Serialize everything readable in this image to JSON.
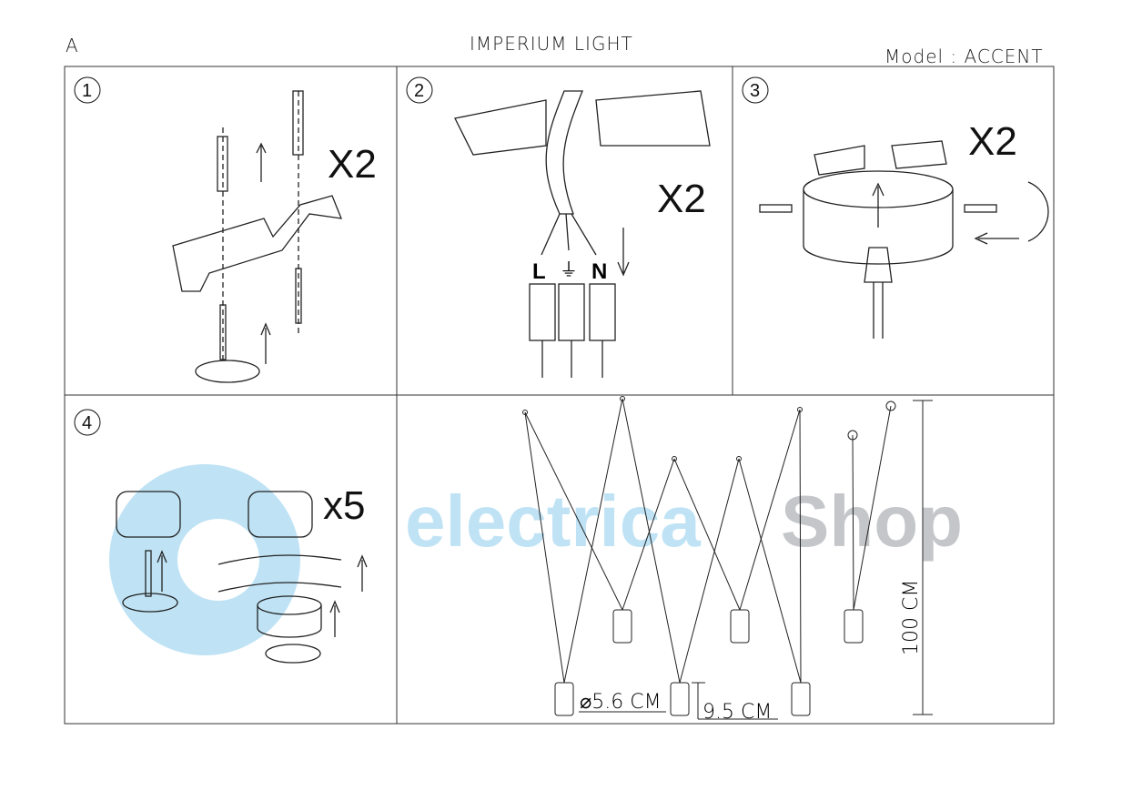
{
  "header": {
    "page_letter": "A",
    "brand": "IMPERIUM LIGHT",
    "model": "Model : ACCENT"
  },
  "steps": [
    {
      "number": "1",
      "multiplier": "X2"
    },
    {
      "number": "2",
      "multiplier": "X2",
      "terminals": [
        "L",
        "⏚",
        "N"
      ]
    },
    {
      "number": "3",
      "multiplier": "X2"
    },
    {
      "number": "4",
      "multiplier": "x5"
    }
  ],
  "dimensions": {
    "diameter": "⌀5.6 CM",
    "height": "9.5 CM",
    "length": "100 CM"
  },
  "watermark": {
    "text1": "electrica",
    "text2": "Shop",
    "colors": {
      "blue": "#bfe3f5",
      "gray": "#c4c6c9"
    }
  }
}
